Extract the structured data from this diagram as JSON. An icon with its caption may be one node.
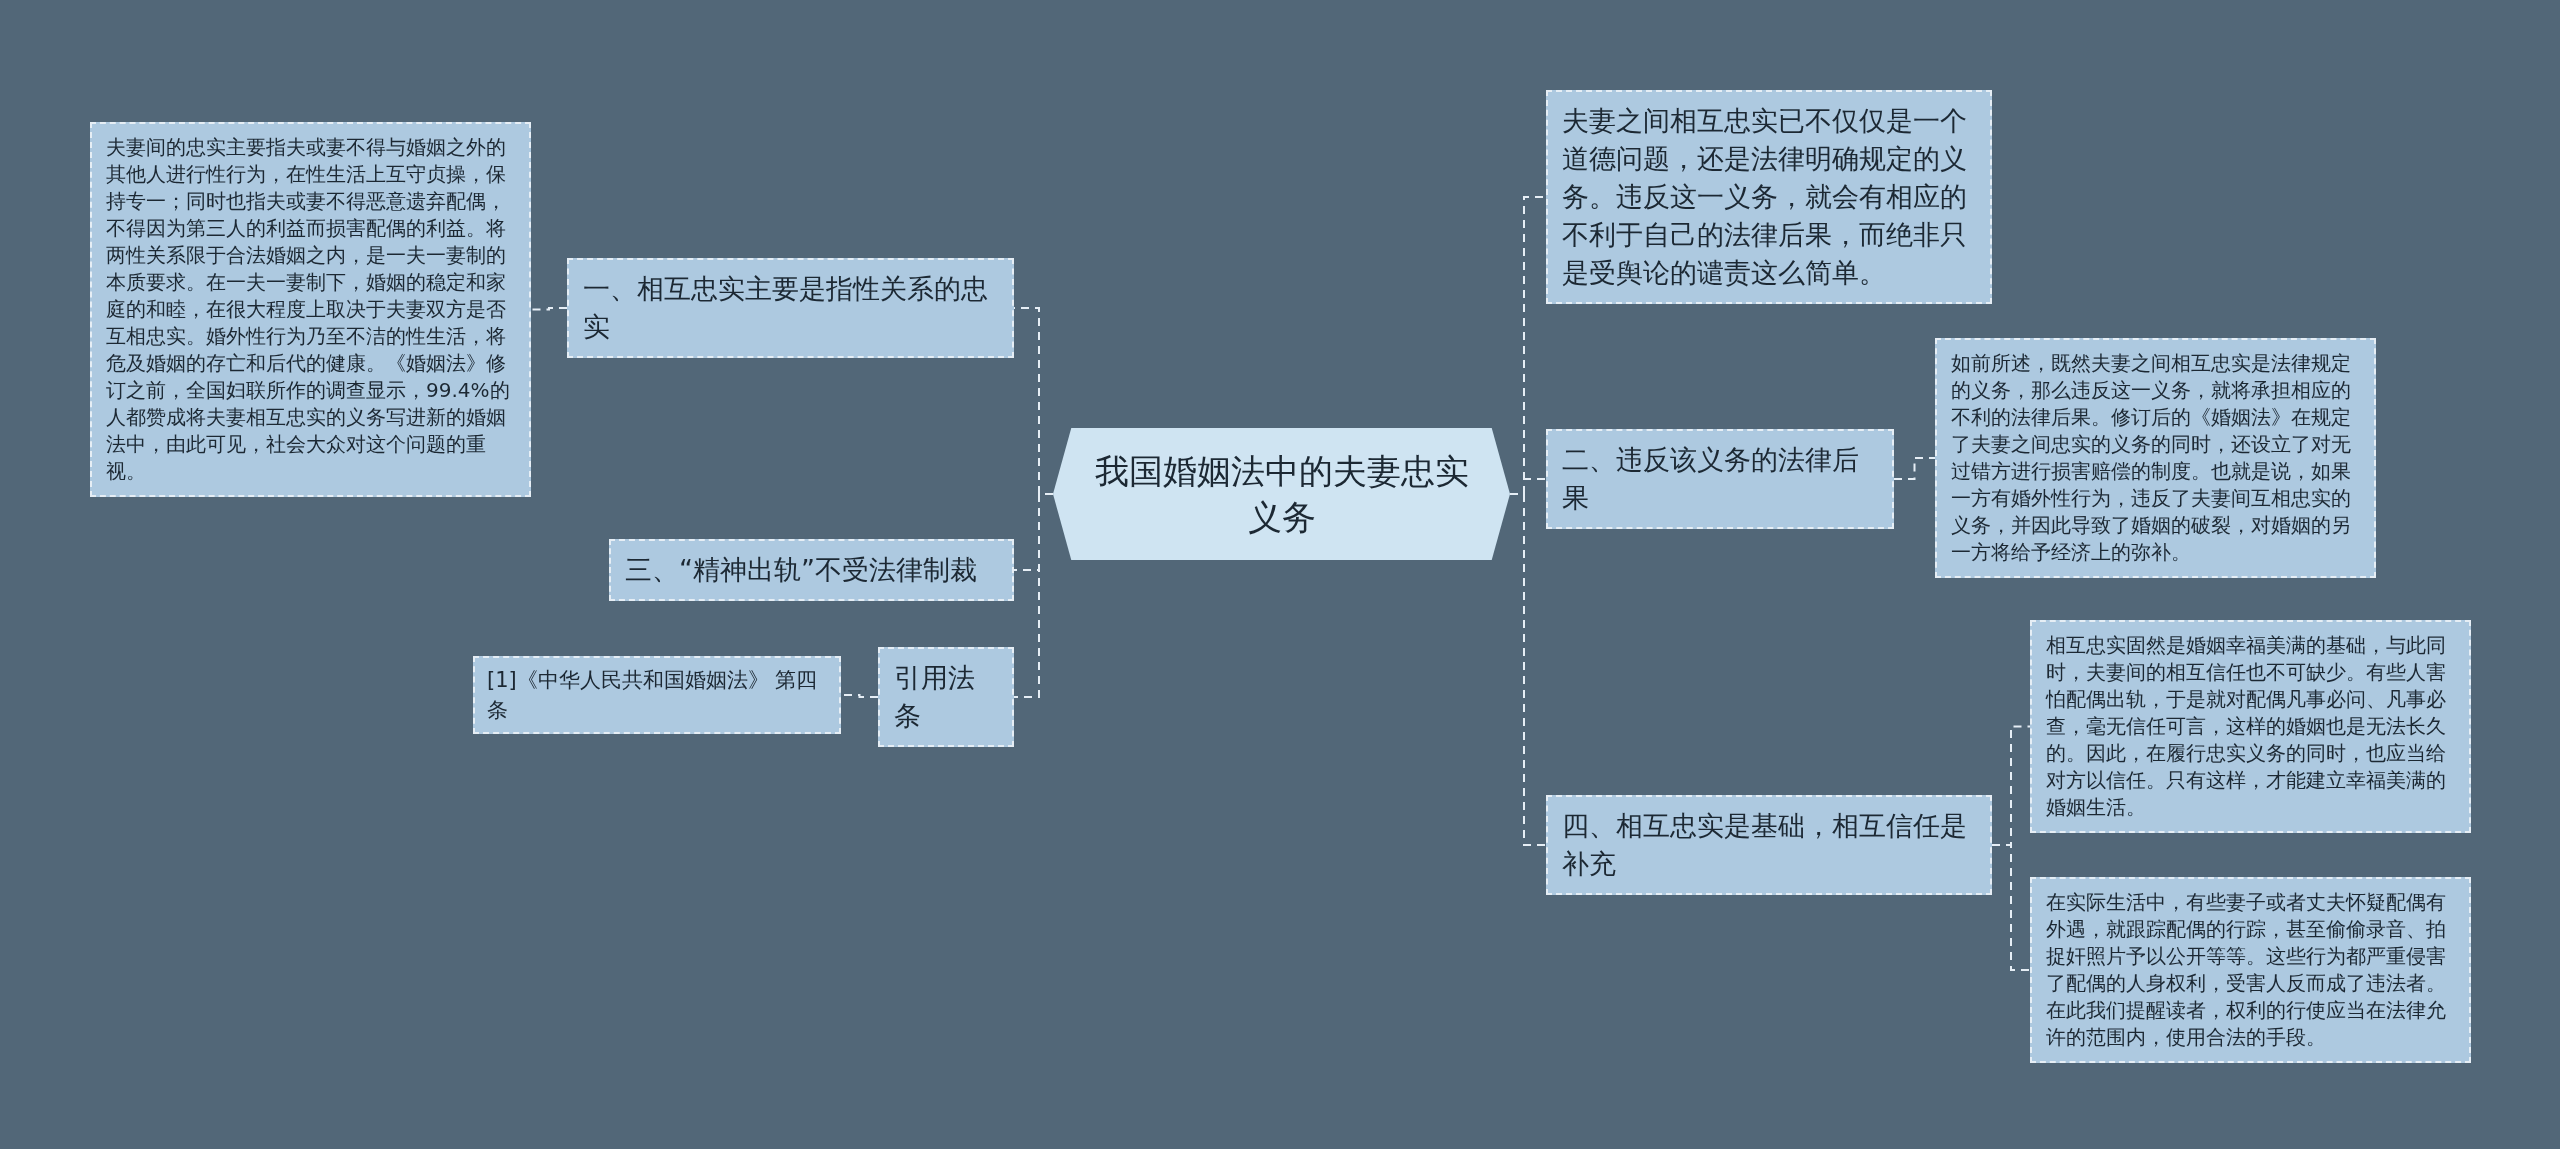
{
  "diagram": {
    "nodes": [
      {
        "text": [
          "我国婚姻法中的夫妻忠实义务"
        ]
      },
      {
        "text": [
          "一、相互忠实主要是指性关系的忠实"
        ]
      },
      {
        "text": [
          "夫妻间的忠实主要指夫或妻不得与婚姻之外的其他人进行性行为，在性生活上互守贞操，保持专一；同时也指夫或妻不得恶意遗弃配偶，不得因为第三人的利益而损害配偶的利益。将两性关系限于合法婚姻之内，是一夫一妻制的本质要求。在一夫一妻制下，婚姻的稳定和家庭的和睦，在很大程度上取决于夫妻双方是否互相忠实。婚外性行为乃至不洁的性生活，将危及婚姻的存亡和后代的健康。《婚姻法》修订之前，全国妇联所作的调查显示，99.4%的人都赞成将夫妻相互忠实的义务写进新的婚姻法中，由此可见，社会大众对这个问题的重视。"
        ]
      },
      {
        "text": [
          "三、“精神出轨”不受法律制裁"
        ]
      },
      {
        "text": [
          "引用法条"
        ]
      },
      {
        "text": [
          "[1]《中华人民共和国婚姻法》 第四条"
        ]
      },
      {
        "text": [
          "夫妻之间相互忠实已不仅仅是一个道德问题，还是法律明确规定的义务。违反这一义务，就会有相应的不利于自己的法律后果，而绝非只是受舆论的谴责这么简单。"
        ]
      },
      {
        "text": [
          "二、违反该义务的法律后果"
        ]
      },
      {
        "text": [
          "如前所述，既然夫妻之间相互忠实是法律规定的义务，那么违反这一义务，就将承担相应的不利的法律后果。修订后的《婚姻法》在规定了夫妻之间忠实的义务的同时，还设立了对无过错方进行损害赔偿的制度。也就是说，如果一方有婚外性行为，违反了夫妻间互相忠实的义务，并因此导致了婚姻的破裂，对婚姻的另一方将给予经济上的弥补。"
        ]
      },
      {
        "text": [
          "四、相互忠实是基础，相互信任是补充"
        ]
      },
      {
        "text": [
          "相互忠实固然是婚姻幸福美满的基础，与此同时，夫妻间的相互信任也不可缺少。有些人害怕配偶出轨，于是就对配偶凡事必问、凡事必查，毫无信任可言，这样的婚姻也是无法长久的。因此，在履行忠实义务的同时，也应当给对方以信任。只有这样，才能建立幸福美满的婚姻生活。"
        ]
      },
      {
        "text": [
          "在实际生活中，有些妻子或者丈夫怀疑配偶有外遇，就跟踪配偶的行踪，甚至偷偷录音、拍捉奸照片予以公开等等。这些行为都严重侵害了配偶的人身权利，受害人反而成了违法者。在此我们提醒读者，权利的行使应当在法律允许的范围内，使用合法的手段。"
        ]
      }
    ],
    "edges": [
      {
        "from": 0,
        "to": 1,
        "arrow": "none",
        "style": "dashed"
      },
      {
        "from": 1,
        "to": 2,
        "arrow": "none",
        "style": "dashed"
      },
      {
        "from": 0,
        "to": 3,
        "arrow": "none",
        "style": "dashed"
      },
      {
        "from": 0,
        "to": 4,
        "arrow": "none",
        "style": "dashed"
      },
      {
        "from": 4,
        "to": 5,
        "arrow": "none",
        "style": "dashed"
      },
      {
        "from": 0,
        "to": 6,
        "arrow": "none",
        "style": "dashed"
      },
      {
        "from": 0,
        "to": 7,
        "arrow": "none",
        "style": "dashed"
      },
      {
        "from": 7,
        "to": 8,
        "arrow": "none",
        "style": "dashed"
      },
      {
        "from": 0,
        "to": 9,
        "arrow": "none",
        "style": "dashed"
      },
      {
        "from": 9,
        "to": 10,
        "arrow": "none",
        "style": "dashed"
      },
      {
        "from": 9,
        "to": 11,
        "arrow": "none",
        "style": "dashed"
      }
    ]
  }
}
